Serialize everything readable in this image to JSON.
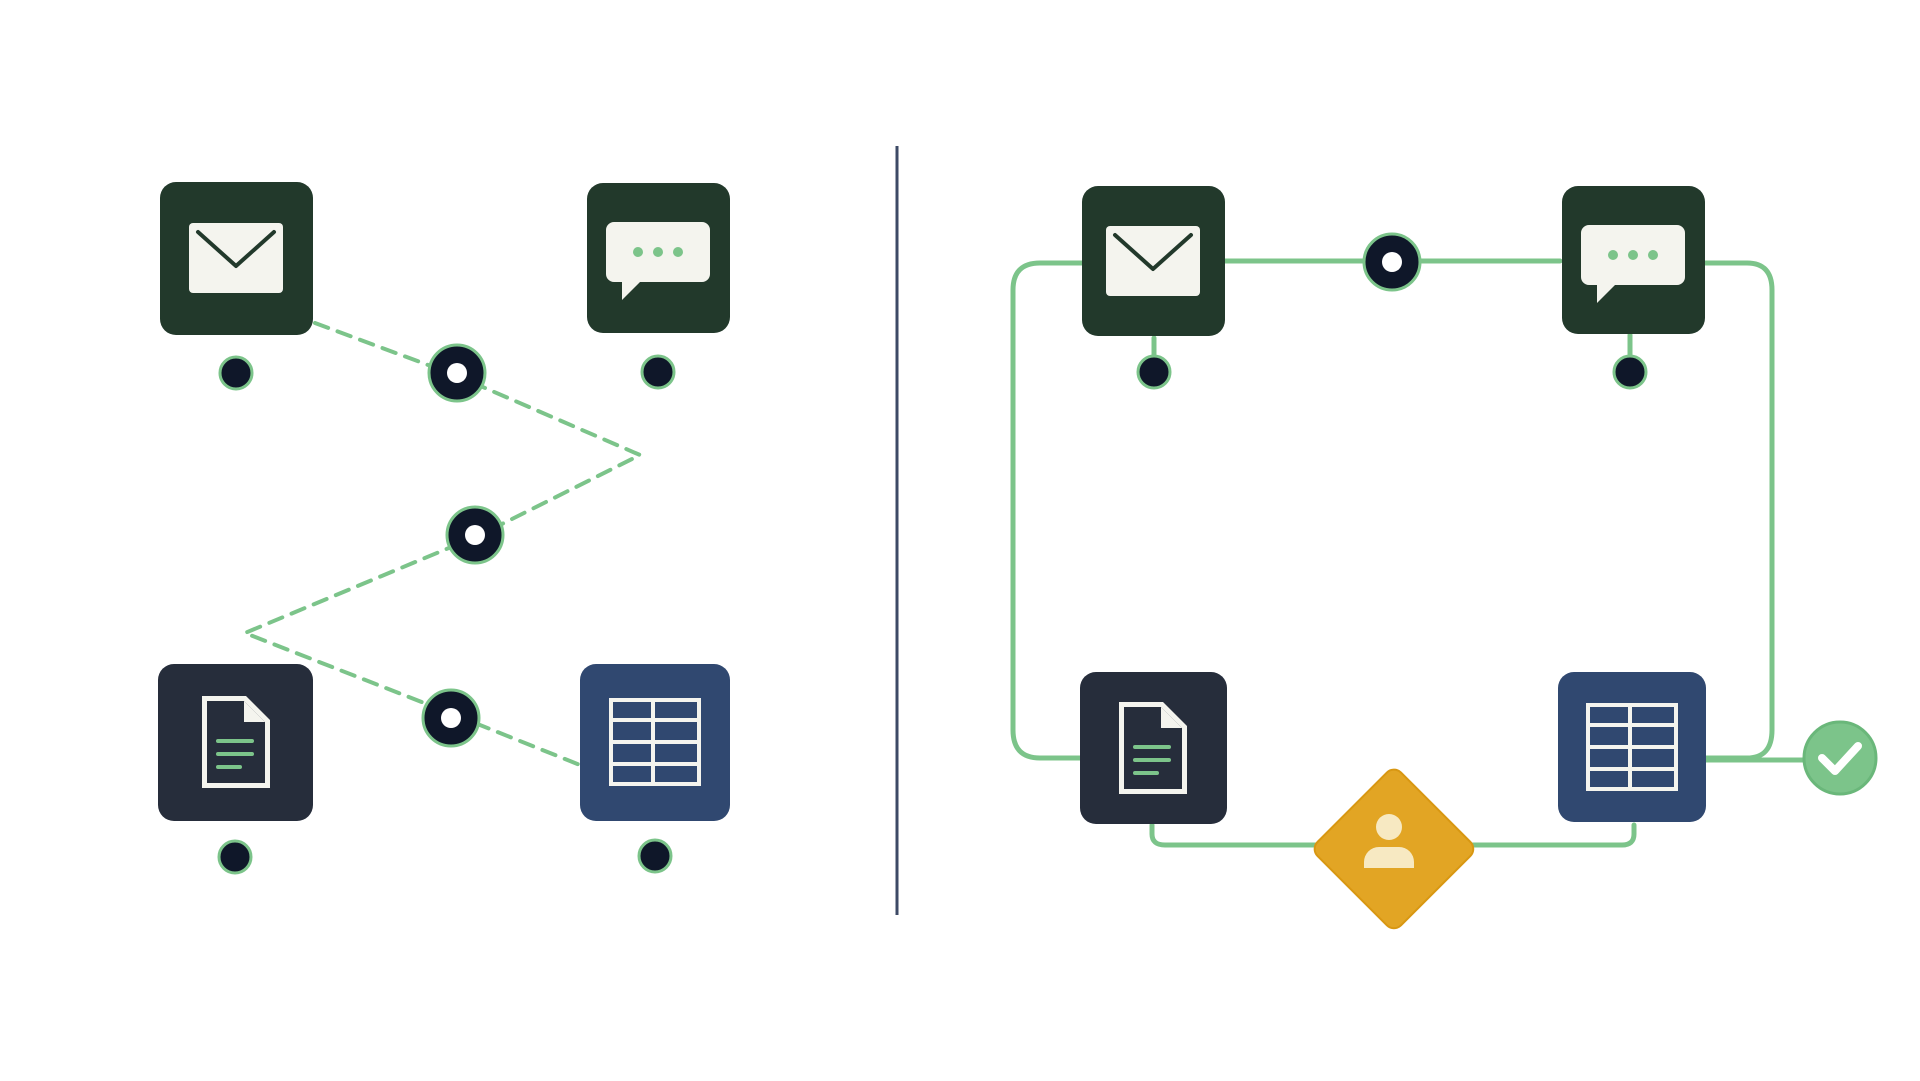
{
  "colors": {
    "dark_green": "#22392b",
    "dark_slate": "#262d3b",
    "navy": "#304870",
    "light_green": "#7cc48a",
    "dot": "#0f1729",
    "divider": "#3d4a66",
    "paper": "#f4f4ee",
    "amber": "#e2a524",
    "check_green": "#7cc48a"
  },
  "icons": {
    "mail": "envelope-icon",
    "chat": "chat-bubble-icon",
    "document": "document-icon",
    "table": "spreadsheet-icon",
    "person": "person-icon",
    "check": "checkmark-icon"
  },
  "panels": [
    {
      "name": "left-disconnected",
      "connector_style": "dashed"
    },
    {
      "name": "right-connected",
      "connector_style": "solid"
    }
  ]
}
